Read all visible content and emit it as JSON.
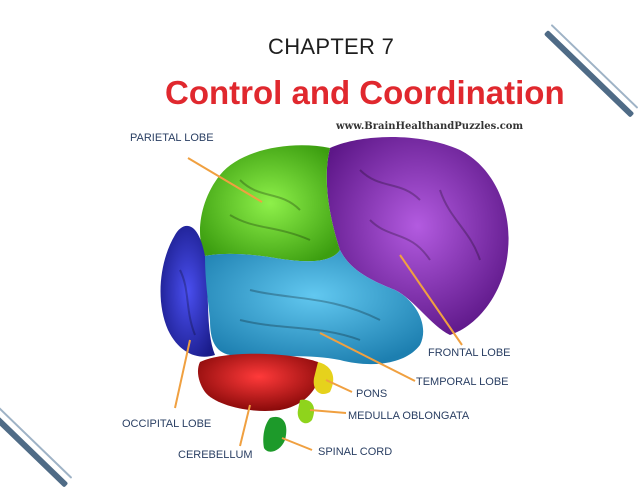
{
  "slide": {
    "chapter": "CHAPTER 7",
    "title": "Control and  Coordination",
    "watermark": "www.BrainHealthandPuzzles.com"
  },
  "labels": {
    "parietal": "PARIETAL LOBE",
    "frontal": "FRONTAL LOBE",
    "temporal": "TEMPORAL LOBE",
    "pons": "PONS",
    "medulla": "MEDULLA OBLONGATA",
    "spinal": "SPINAL CORD",
    "occipital": "OCCIPITAL LOBE",
    "cerebellum": "CEREBELLUM"
  },
  "colors": {
    "title_red": "#e0282e",
    "parietal_green": "#5fd21c",
    "frontal_purple": "#8a2fb5",
    "temporal_blue": "#2ba6d9",
    "occipital_blue": "#2b2fc4",
    "cerebellum_red": "#d81616",
    "brainstem_yellow": "#e6d21c",
    "spinal_green": "#1d9a2a",
    "label_navy": "#2a3f63",
    "pointer_orange": "#f0a040"
  }
}
